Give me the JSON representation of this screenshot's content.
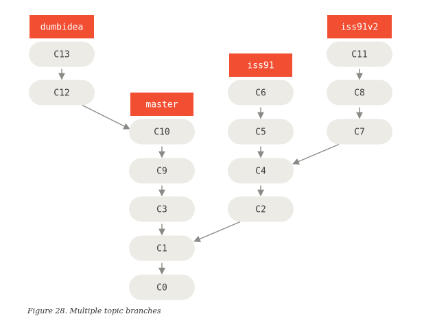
{
  "commits": [
    "C13",
    "C12",
    "C10",
    "C9",
    "C3",
    "C1",
    "C0",
    "C6",
    "C5",
    "C4",
    "C2",
    "C11",
    "C8",
    "C7"
  ],
  "branches": [
    "dumbidea",
    "master",
    "iss91",
    "iss91v2"
  ],
  "edges": [
    [
      "C13",
      "C12"
    ],
    [
      "C12",
      "C10"
    ],
    [
      "C10",
      "C9"
    ],
    [
      "C9",
      "C3"
    ],
    [
      "C3",
      "C1"
    ],
    [
      "C1",
      "C0"
    ],
    [
      "C6",
      "C5"
    ],
    [
      "C5",
      "C4"
    ],
    [
      "C4",
      "C2"
    ],
    [
      "C2",
      "C1"
    ],
    [
      "C11",
      "C8"
    ],
    [
      "C8",
      "C7"
    ],
    [
      "C7",
      "C4"
    ]
  ],
  "colors": {
    "branch": "#f14e32",
    "commit_fill": "#ecebe6",
    "edge": "#8a8a86"
  },
  "caption": "Figure 28. Multiple topic branches"
}
